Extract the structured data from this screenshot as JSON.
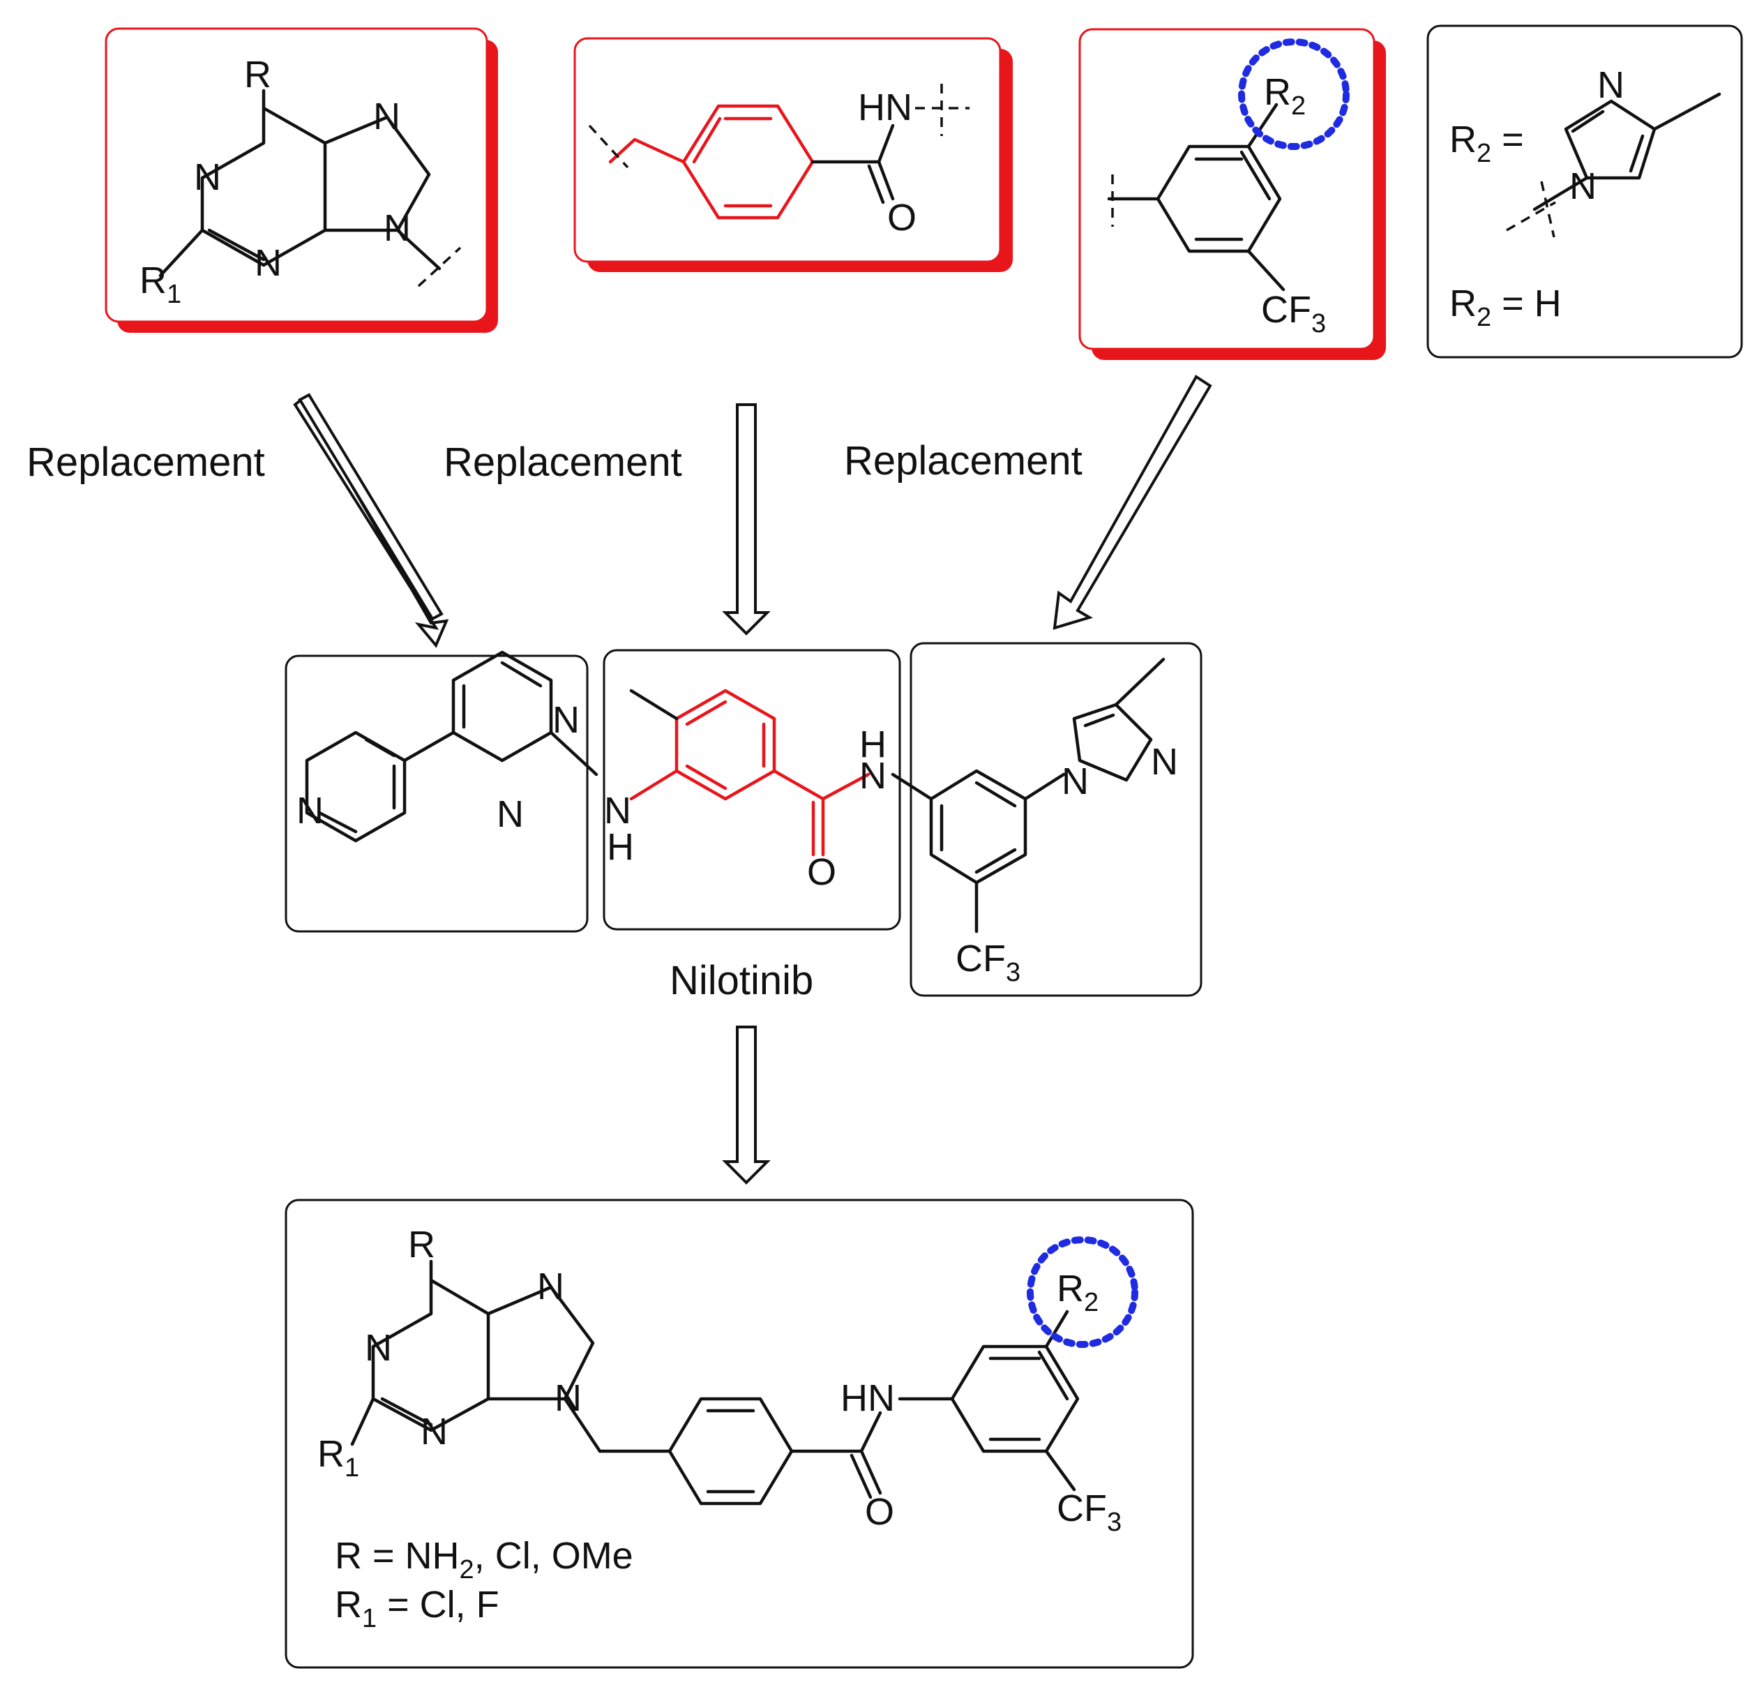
{
  "labels": {
    "replacement_1": "Replacement",
    "replacement_2": "Replacement",
    "replacement_3": "Replacement",
    "nilotinib": "Nilotinib"
  },
  "r2_options": {
    "label_prefix": "R",
    "label_sub": "2",
    "eq": " =",
    "h_option": " = H"
  },
  "atoms": {
    "R": "R",
    "R1": "R",
    "R1_sub": "1",
    "R2": "R",
    "R2_sub": "2",
    "N": "N",
    "H": "H",
    "HN": "HN",
    "O": "O",
    "CF3": "CF",
    "CF3_sub": "3"
  },
  "substituents": {
    "R_line": "R  = NH",
    "R_line_sub": "2",
    "R_line_rest": ", Cl, OMe",
    "R1_prefix": "R",
    "R1_sub": "1",
    "R1_rest": " = Cl, F"
  },
  "colors": {
    "accent_red": "#e8151b",
    "highlight_blue": "#1f2be0",
    "ink": "#111111"
  }
}
